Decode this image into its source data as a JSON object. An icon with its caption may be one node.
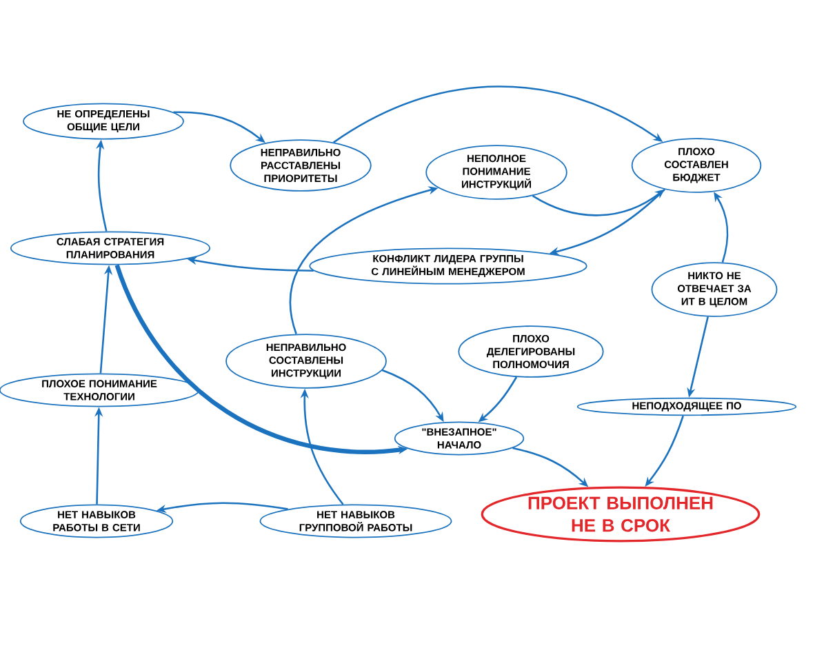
{
  "diagram": {
    "nodes": [
      {
        "text": [
          "НЕ ОПРЕДЕЛЕНЫ ОБЩИЕ ЦЕЛИ"
        ]
      },
      {
        "text": [
          "НЕПРАВИЛЬНО РАССТАВЛЕНЫ ПРИОРИТЕТЫ"
        ]
      },
      {
        "text": [
          "НЕПОЛНОЕ ПОНИМАНИЕ ИНСТРУКЦИЙ"
        ]
      },
      {
        "text": [
          "ПЛОХО СОСТАВЛЕН БЮДЖЕТ"
        ]
      },
      {
        "text": [
          "СЛАБАЯ СТРАТЕГИЯ ПЛАНИРОВАНИЯ"
        ]
      },
      {
        "text": [
          "КОНФЛИКТ ЛИДЕРА ГРУППЫ С ЛИНЕЙНЫМ МЕНЕДЖЕРОМ"
        ]
      },
      {
        "text": [
          "НИКТО НЕ ОТВЕЧАЕТ ЗА ИТ В ЦЕЛОМ"
        ]
      },
      {
        "text": [
          "НЕПРАВИЛЬНО СОСТАВЛЕНЫ ИНСТРУКЦИИ"
        ]
      },
      {
        "text": [
          "ПЛОХО ДЕЛЕГИРОВАНЫ ПОЛНОМОЧИЯ"
        ]
      },
      {
        "text": [
          "ПЛОХОЕ ПОНИМАНИЕ ТЕХНОЛОГИИ"
        ]
      },
      {
        "text": [
          "НЕПОДХОДЯЩЕЕ ПО"
        ]
      },
      {
        "text": [
          "\"ВНЕЗАПНОЕ\" НАЧАЛО"
        ]
      },
      {
        "text": [
          "НЕТ НАВЫКОВ РАБОТЫ В СЕТИ"
        ]
      },
      {
        "text": [
          "НЕТ НАВЫКОВ ГРУППОВОЙ РАБОТЫ"
        ]
      },
      {
        "text": [
          "ПРОЕКТ ВЫПОЛНЕН НЕ В СРОК"
        ]
      }
    ],
    "edges": [
      {
        "from": 0,
        "to": 1,
        "arrow": "to"
      },
      {
        "from": 1,
        "to": 3,
        "arrow": "to"
      },
      {
        "from": 2,
        "to": 3,
        "arrow": "to"
      },
      {
        "from": 3,
        "to": 5,
        "arrow": "to"
      },
      {
        "from": 6,
        "to": 3,
        "arrow": "to"
      },
      {
        "from": 6,
        "to": 10,
        "arrow": "to"
      },
      {
        "from": 10,
        "to": 14,
        "arrow": "to"
      },
      {
        "from": 4,
        "to": 0,
        "arrow": "to"
      },
      {
        "from": 5,
        "to": 4,
        "arrow": "to"
      },
      {
        "from": 9,
        "to": 4,
        "arrow": "to"
      },
      {
        "from": 12,
        "to": 9,
        "arrow": "to"
      },
      {
        "from": 13,
        "to": 12,
        "arrow": "to"
      },
      {
        "from": 13,
        "to": 7,
        "arrow": "to"
      },
      {
        "from": 7,
        "to": 2,
        "arrow": "to"
      },
      {
        "from": 7,
        "to": 11,
        "arrow": "to"
      },
      {
        "from": 8,
        "to": 11,
        "arrow": "to"
      },
      {
        "from": 4,
        "to": 11,
        "arrow": "to",
        "style": "thick"
      },
      {
        "from": 11,
        "to": 14,
        "arrow": "to"
      }
    ]
  }
}
